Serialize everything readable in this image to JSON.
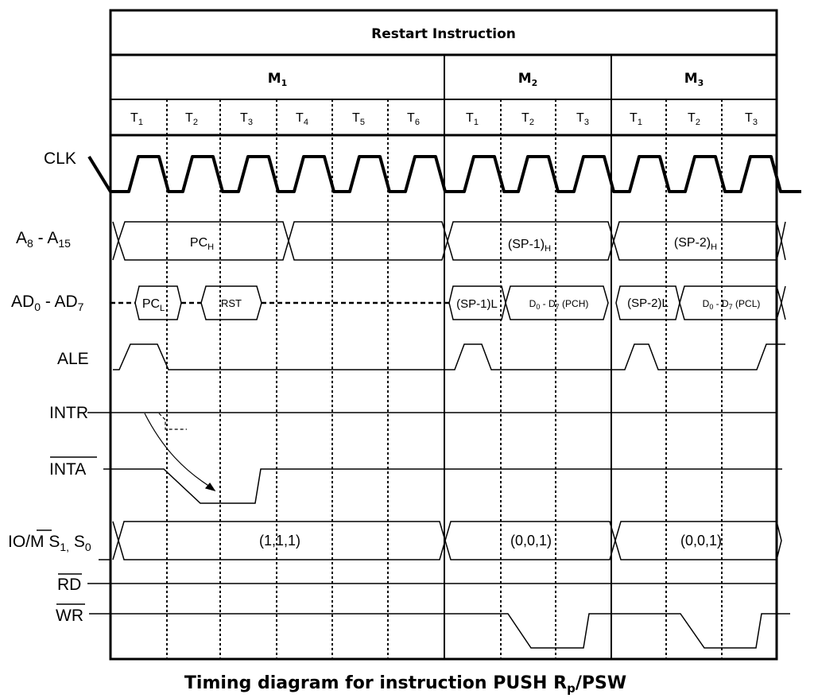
{
  "title": "Restart Instruction",
  "caption": "Timing diagram for instruction PUSH R",
  "caption_sub": "p",
  "caption_tail": "/PSW",
  "machine_cycles": [
    "M",
    "M",
    "M"
  ],
  "machine_cycle_subs": [
    "1",
    "2",
    "3"
  ],
  "t_states": [
    {
      "t": "T",
      "s": "1"
    },
    {
      "t": "T",
      "s": "2"
    },
    {
      "t": "T",
      "s": "3"
    },
    {
      "t": "T",
      "s": "4"
    },
    {
      "t": "T",
      "s": "5"
    },
    {
      "t": "T",
      "s": "6"
    },
    {
      "t": "T",
      "s": "1"
    },
    {
      "t": "T",
      "s": "2"
    },
    {
      "t": "T",
      "s": "3"
    },
    {
      "t": "T",
      "s": "1"
    },
    {
      "t": "T",
      "s": "2"
    },
    {
      "t": "T",
      "s": "3"
    }
  ],
  "signals": {
    "clk": "CLK",
    "addr_high": {
      "a": "A",
      "a_sub": "8",
      "dash": " - A",
      "b_sub": "15"
    },
    "addr_data": {
      "a": "AD",
      "a_sub": "0",
      "dash": " - AD",
      "b_sub": "7"
    },
    "ale": "ALE",
    "intr": "INTR",
    "inta": "INTA",
    "status": {
      "io": "IO/",
      "m": "M",
      "s": " S",
      "s1": "1,",
      "sp": " S",
      "s0": "0"
    },
    "rd": "RD",
    "wr": "WR"
  },
  "bus_values": {
    "addr_m1": {
      "main": "PC",
      "sub": "H"
    },
    "addr_m2": {
      "main": "(SP-1)",
      "sub": "H"
    },
    "addr_m3": {
      "main": "(SP-2)",
      "sub": "H"
    },
    "ad_pcl": {
      "main": "PC",
      "sub": "L"
    },
    "ad_rst": "RST",
    "ad_sp1": "(SP-1)L",
    "ad_d_m2": {
      "d": "D",
      "s0": "0",
      "mid": " - D",
      "s7": "7",
      "tail": " (PCH)"
    },
    "ad_sp2": "(SP-2)L",
    "ad_d_m3": {
      "d": "D",
      "s0": "0",
      "mid": " - D",
      "s7": "7",
      "tail": " (PCL)"
    },
    "status_m1": "(1,1,1)",
    "status_m2": "(0,0,1)",
    "status_m3": "(0,0,1)"
  }
}
